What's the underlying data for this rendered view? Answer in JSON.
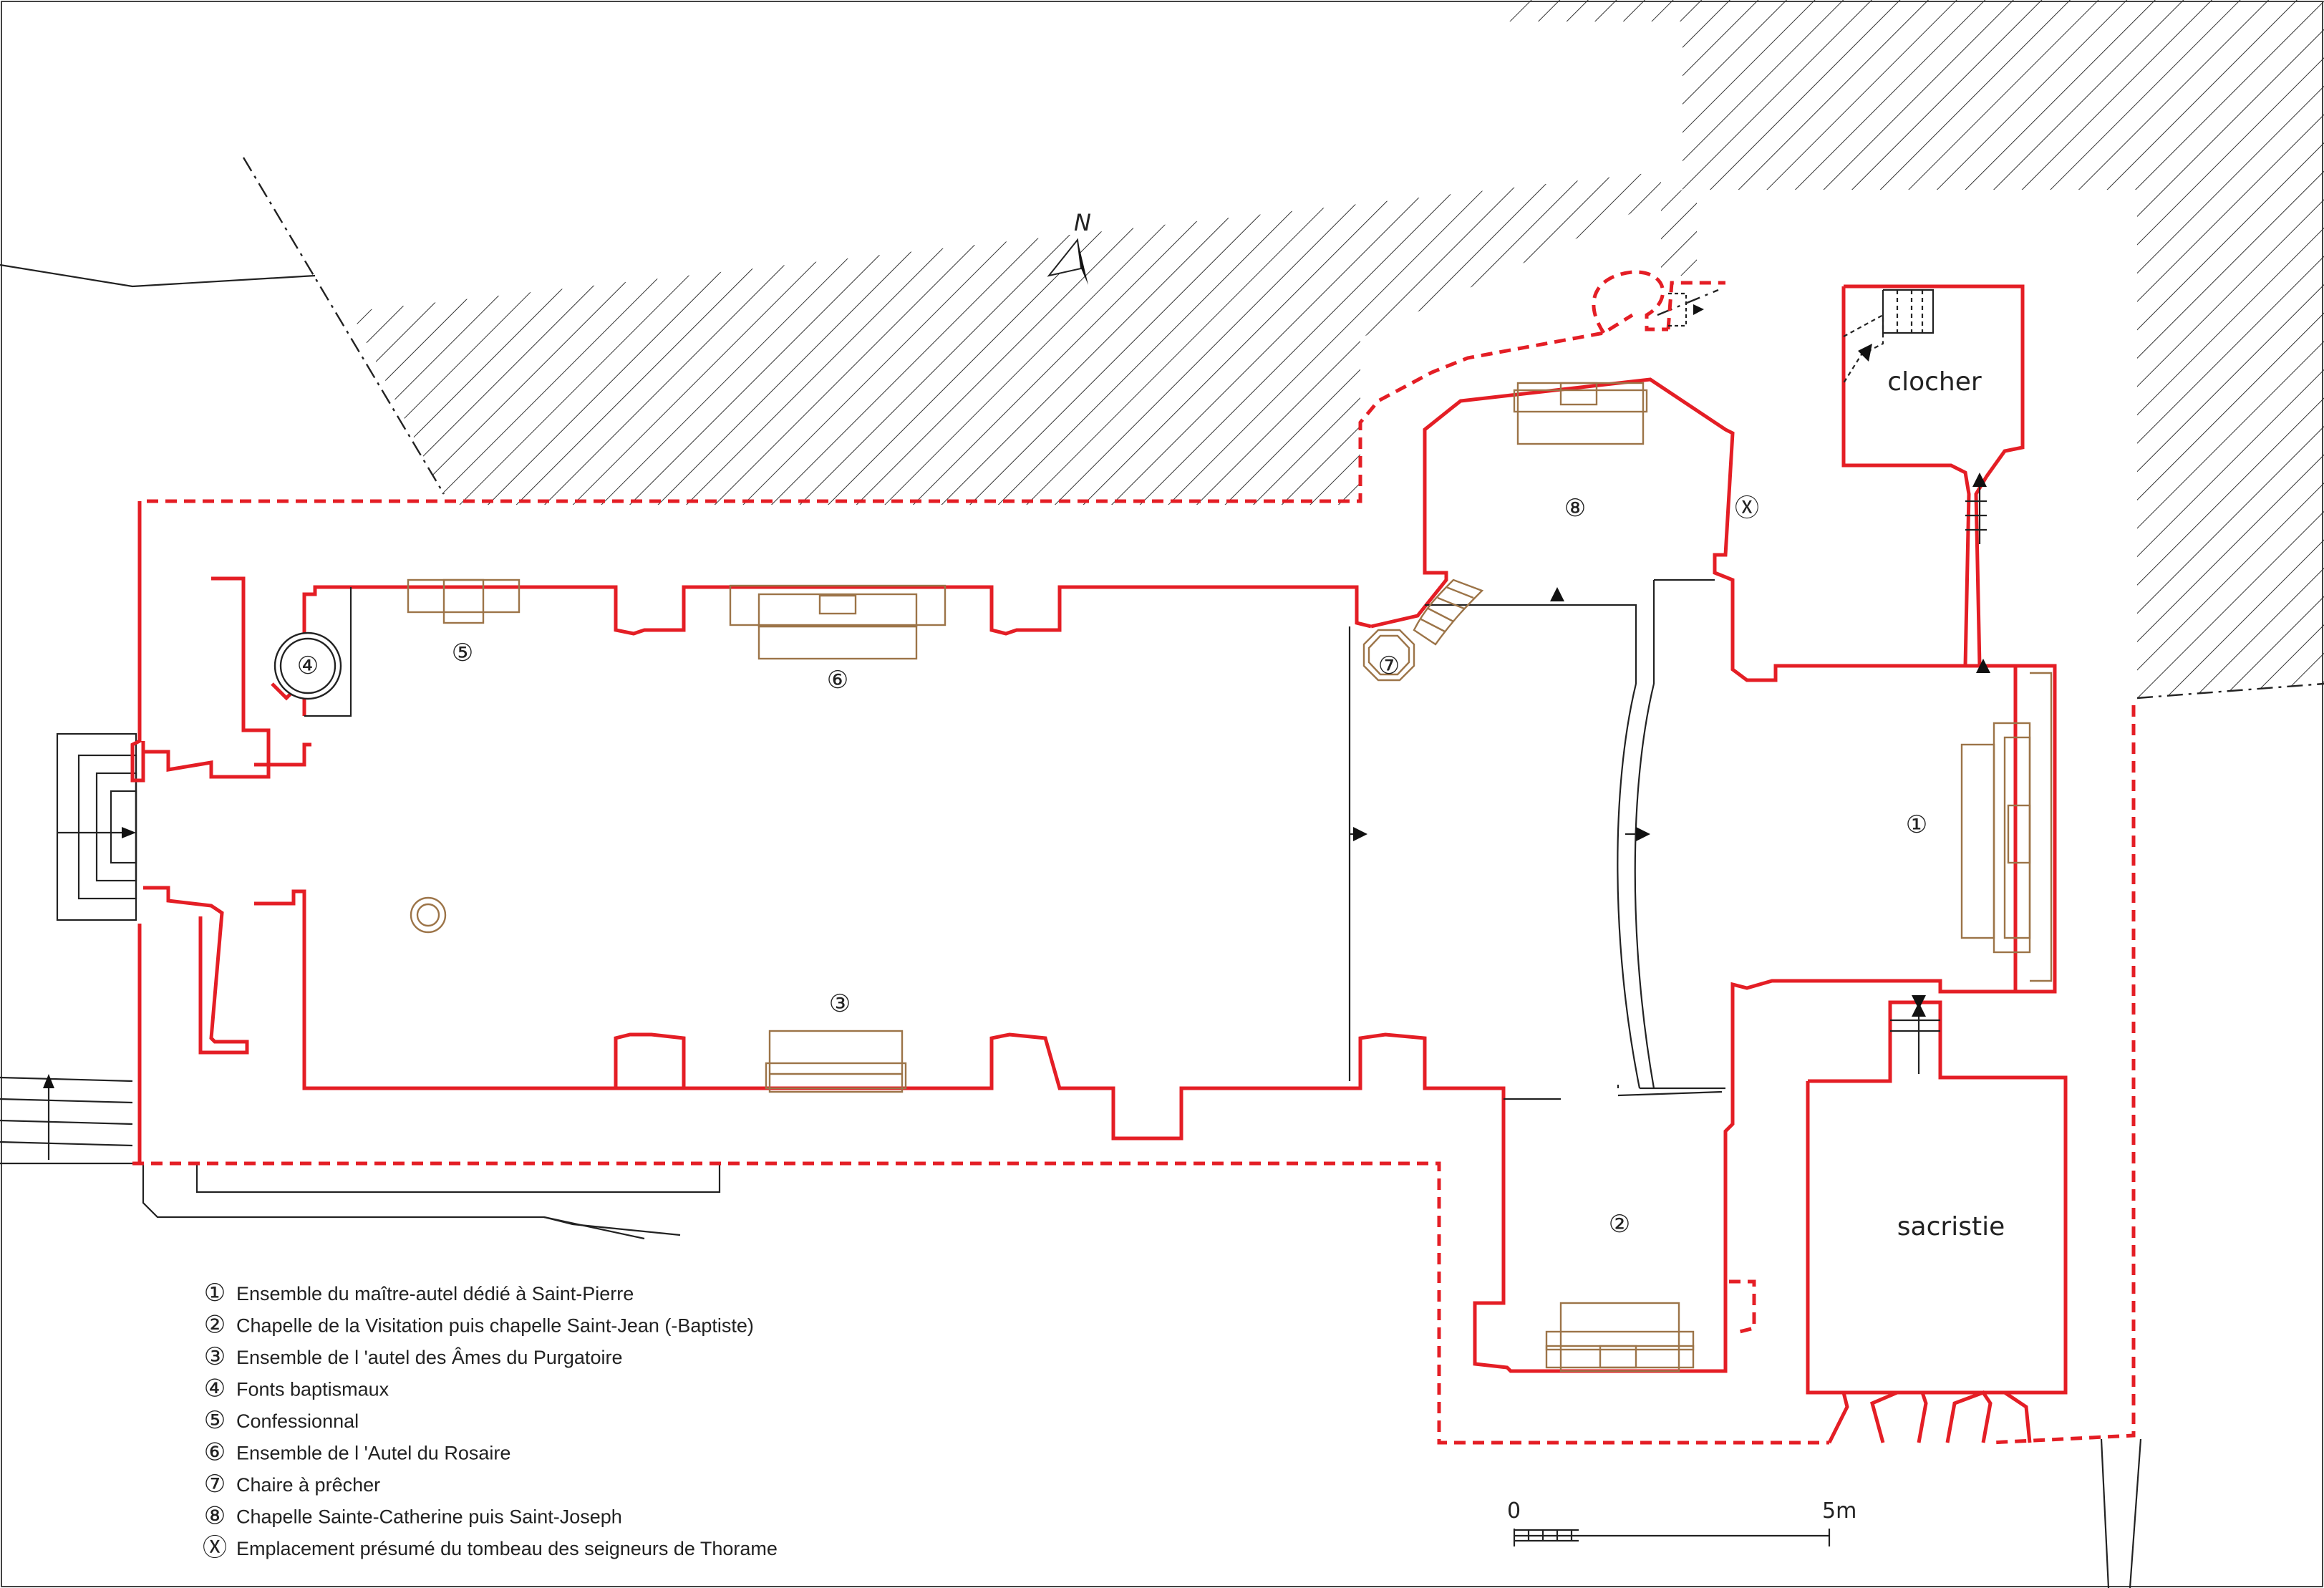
{
  "north_label": "N",
  "rooms": {
    "clocher": "clocher",
    "sacristie": "sacristie"
  },
  "markers": {
    "m1": "①",
    "m2": "②",
    "m3": "③",
    "m4": "④",
    "m5": "⑤",
    "m6": "⑥",
    "m7": "⑦",
    "m8": "⑧",
    "mx": "Ⓧ"
  },
  "legend": [
    {
      "symbol": "①",
      "text": "Ensemble du maître-autel dédié à Saint-Pierre"
    },
    {
      "symbol": "②",
      "text": "Chapelle de la Visitation puis chapelle Saint-Jean (-Baptiste)"
    },
    {
      "symbol": "③",
      "text": "Ensemble de l 'autel des Âmes du Purgatoire"
    },
    {
      "symbol": "④",
      "text": "Fonts baptismaux"
    },
    {
      "symbol": "⑤",
      "text": "Confessionnal"
    },
    {
      "symbol": "⑥",
      "text": "Ensemble de l 'Autel du Rosaire"
    },
    {
      "symbol": "⑦",
      "text": "Chaire à prêcher"
    },
    {
      "symbol": "⑧",
      "text": "Chapelle Sainte-Catherine puis Saint-Joseph"
    },
    {
      "symbol": "Ⓧ",
      "text": "Emplacement présumé du tombeau des seigneurs de Thorame"
    }
  ],
  "scale": {
    "start": "0",
    "end": "5m"
  },
  "colors": {
    "walls": "#e41e25",
    "furniture": "#9c7448",
    "lines": "#222222"
  }
}
